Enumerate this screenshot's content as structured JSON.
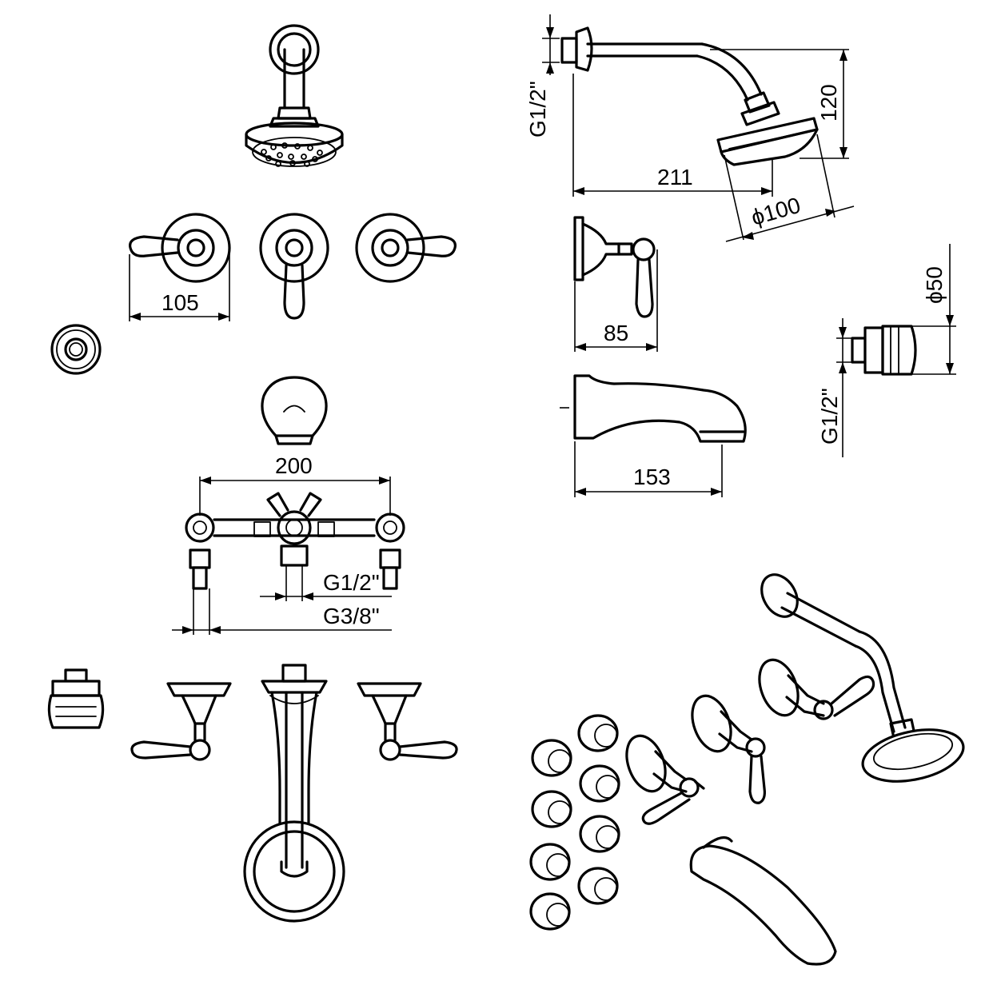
{
  "dimensions": {
    "handle_spacing": "105",
    "valve_spacing": "200",
    "inlet_thread": "G1/2\"",
    "outlet_thread": "G3/8\"",
    "shower_arm_thread": "G1/2\"",
    "shower_arm_reach": "211",
    "shower_arm_drop": "120",
    "shower_head_diameter": "ϕ100",
    "handle_projection": "85",
    "spout_reach": "153",
    "body_jet_diameter": "ϕ50",
    "body_jet_thread": "G1/2\""
  },
  "parts": [
    "shower-head",
    "wall-handle",
    "body-jet",
    "tub-spout",
    "concealed-valve-body",
    "shower-arm"
  ]
}
